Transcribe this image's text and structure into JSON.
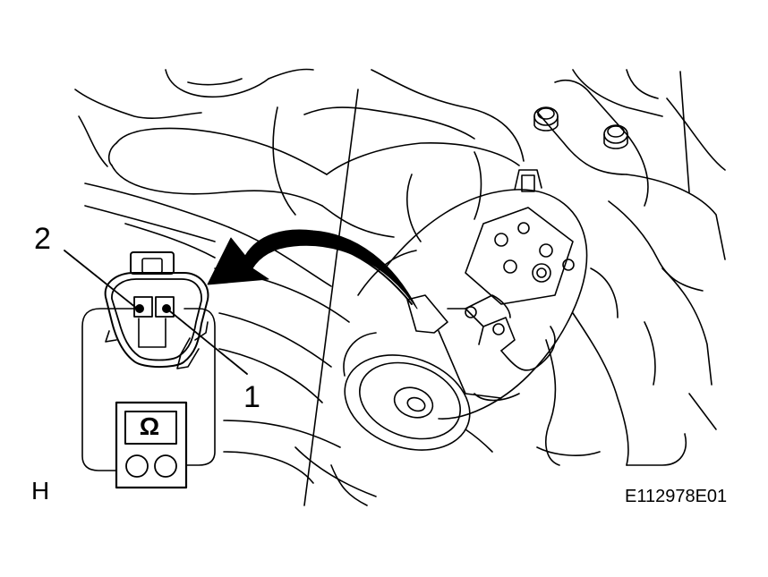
{
  "callouts": {
    "terminal_2": "2",
    "terminal_1": "1"
  },
  "view_label": "H",
  "illustration_code": "E112978E01",
  "ohmmeter_symbol": "Ω",
  "colors": {
    "line": "#000000",
    "background": "#ffffff"
  }
}
